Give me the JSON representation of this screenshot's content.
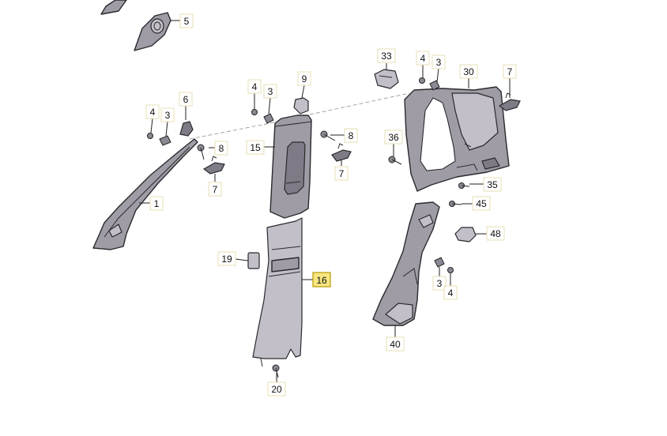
{
  "diagram": {
    "highlighted_part": "16",
    "callouts": [
      {
        "id": "c5",
        "label": "5"
      },
      {
        "id": "c33",
        "label": "33"
      },
      {
        "id": "c4a",
        "label": "4"
      },
      {
        "id": "c3a",
        "label": "3"
      },
      {
        "id": "c30",
        "label": "30"
      },
      {
        "id": "c7a",
        "label": "7"
      },
      {
        "id": "c9",
        "label": "9"
      },
      {
        "id": "c4b",
        "label": "4"
      },
      {
        "id": "c3b",
        "label": "3"
      },
      {
        "id": "c6",
        "label": "6"
      },
      {
        "id": "c4c",
        "label": "4"
      },
      {
        "id": "c3c",
        "label": "3"
      },
      {
        "id": "c8a",
        "label": "8"
      },
      {
        "id": "c15",
        "label": "15"
      },
      {
        "id": "c8b",
        "label": "8"
      },
      {
        "id": "c36",
        "label": "36"
      },
      {
        "id": "c7b",
        "label": "7"
      },
      {
        "id": "c7c",
        "label": "7"
      },
      {
        "id": "c35",
        "label": "35"
      },
      {
        "id": "c1",
        "label": "1"
      },
      {
        "id": "c45",
        "label": "45"
      },
      {
        "id": "c48",
        "label": "48"
      },
      {
        "id": "c19",
        "label": "19"
      },
      {
        "id": "c16",
        "label": "16"
      },
      {
        "id": "c3d",
        "label": "3"
      },
      {
        "id": "c4d",
        "label": "4"
      },
      {
        "id": "c40",
        "label": "40"
      },
      {
        "id": "c20",
        "label": "20"
      }
    ]
  }
}
